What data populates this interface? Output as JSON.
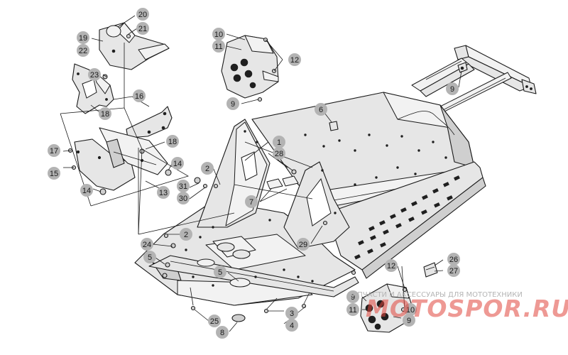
{
  "callouts": {
    "c1": "1",
    "c2a": "2",
    "c2b": "2",
    "c3": "3",
    "c4": "4",
    "c5a": "5",
    "c5b": "5",
    "c6": "6",
    "c7": "7",
    "c8": "8",
    "c9a": "9",
    "c9b": "9",
    "c9c": "9",
    "c9d": "9",
    "c10a": "10",
    "c10b": "10",
    "c11a": "11",
    "c11b": "11",
    "c12a": "12",
    "c12b": "12",
    "c13": "13",
    "c14a": "14",
    "c14b": "14",
    "c15": "15",
    "c16": "16",
    "c17": "17",
    "c18a": "18",
    "c18b": "18",
    "c19": "19",
    "c20": "20",
    "c21": "21",
    "c22": "22",
    "c23": "23",
    "c24": "24",
    "c25": "25",
    "c26": "26",
    "c27": "27",
    "c28": "28",
    "c29": "29",
    "c30": "30",
    "c31": "31"
  },
  "watermark": {
    "caption": "ЗАПЧАСТИ И АКСЕССУАРЫ ДЛЯ МОТОТЕХНИКИ",
    "logo": "MOTOSPOR.RU"
  }
}
